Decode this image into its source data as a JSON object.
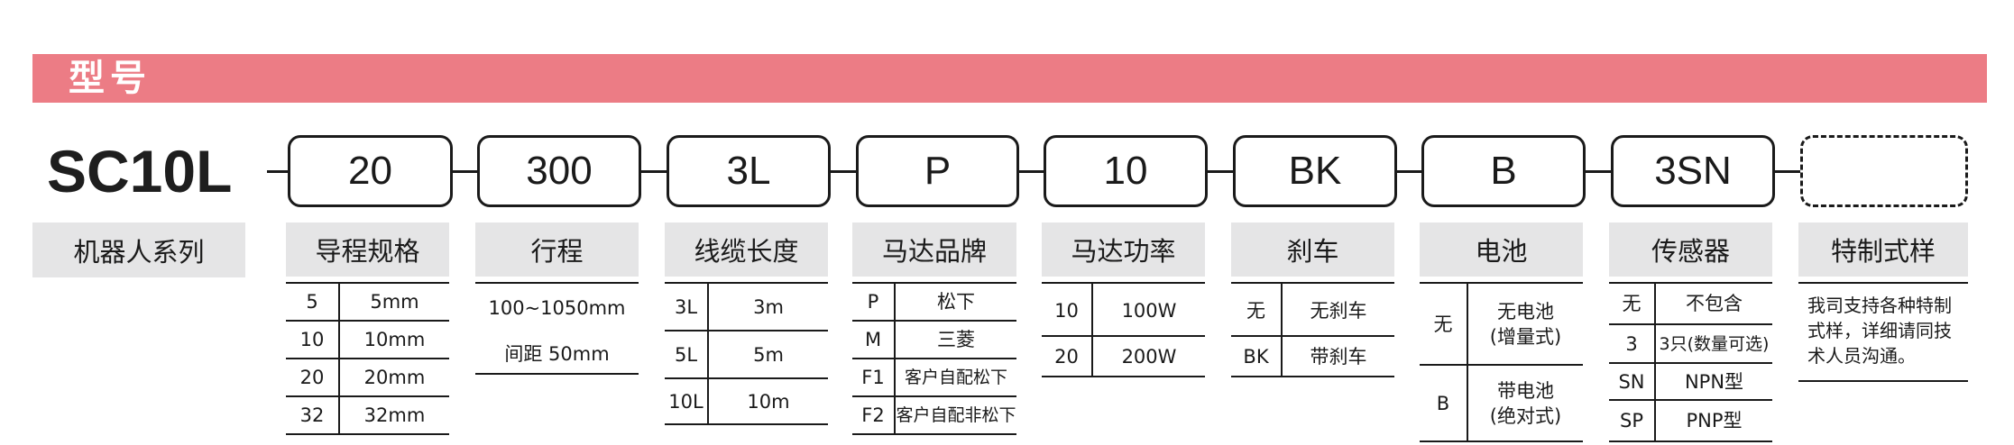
{
  "banner": {
    "title": "型号"
  },
  "model_code": "SC10L",
  "boxes": [
    "20",
    "300",
    "3L",
    "P",
    "10",
    "BK",
    "B",
    "3SN",
    ""
  ],
  "headers": [
    "机器人系列",
    "导程规格",
    "行程",
    "线缆长度",
    "马达品牌",
    "马达功率",
    "刹车",
    "电池",
    "传感器",
    "特制式样"
  ],
  "lead": [
    [
      "5",
      "5mm"
    ],
    [
      "10",
      "10mm"
    ],
    [
      "20",
      "20mm"
    ],
    [
      "32",
      "32mm"
    ]
  ],
  "stroke": {
    "range": "100~1050mm",
    "pitch": "间距 50mm"
  },
  "cable": [
    [
      "3L",
      "3m"
    ],
    [
      "5L",
      "5m"
    ],
    [
      "10L",
      "10m"
    ]
  ],
  "motor_brand": [
    [
      "P",
      "松下"
    ],
    [
      "M",
      "三菱"
    ],
    [
      "F1",
      "客户自配松下"
    ],
    [
      "F2",
      "客户自配非松下"
    ]
  ],
  "motor_power": [
    [
      "10",
      "100W"
    ],
    [
      "20",
      "200W"
    ]
  ],
  "brake": [
    [
      "无",
      "无刹车"
    ],
    [
      "BK",
      "带刹车"
    ]
  ],
  "battery": [
    {
      "code": "无",
      "line1": "无电池",
      "line2": "(增量式)"
    },
    {
      "code": "B",
      "line1": "带电池",
      "line2": "(绝对式)"
    }
  ],
  "sensor": [
    [
      "无",
      "不包含"
    ],
    [
      "3",
      "3只(数量可选)"
    ],
    [
      "SN",
      "NPN型"
    ],
    [
      "SP",
      "PNP型"
    ]
  ],
  "special": {
    "note": "我司支持各种特制式样，详细请同技术人员沟通。"
  },
  "colors": {
    "banner": "#ec7c85",
    "header_bg": "#e5e5e6",
    "ink": "#1a1a1a"
  }
}
